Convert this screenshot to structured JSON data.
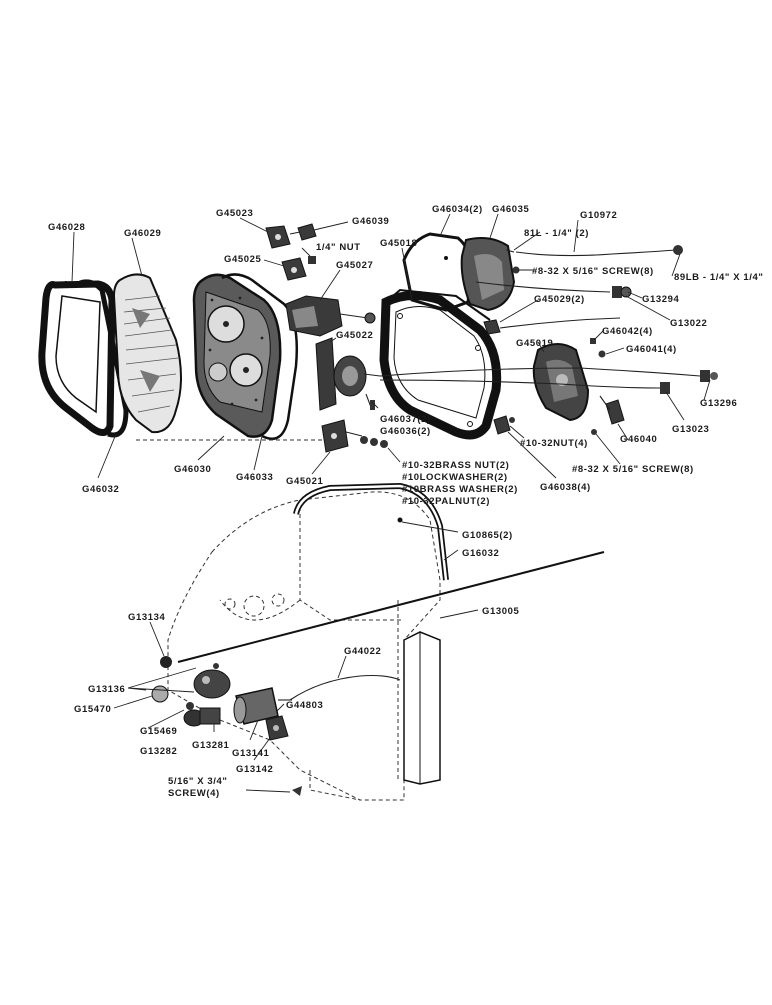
{
  "labels": {
    "G46028": "G46028",
    "G46029": "G46029",
    "G45023": "G45023",
    "G46039": "G46039",
    "nut": "1/4\" NUT",
    "G45025": "G45025",
    "G45027": "G45027",
    "G46034": "G46034(2)",
    "G46035": "G46035",
    "G10972": "G10972",
    "bulb81": "81L - 1/4\" (2)",
    "screw832a": "#8-32 X 5/16\" SCREW(8)",
    "bulb89": "89LB - 1/4\" X 1/4\"",
    "G45018": "G45018",
    "G45029": "G45029(2)",
    "G13294": "G13294",
    "G13022": "G13022",
    "G45022": "G45022",
    "G46042": "G46042(4)",
    "G46041": "G46041(4)",
    "G45019": "G45019",
    "G13296": "G13296",
    "G13023": "G13023",
    "G46037": "G46037(2)",
    "G46036": "G46036(2)",
    "G46040": "G46040",
    "nut1032": "#10-32NUT(4)",
    "G46038": "G46038(4)",
    "screw832b": "#8-32 X 5/16\" SCREW(8)",
    "G46030": "G46030",
    "G46033": "G46033",
    "G45021": "G45021",
    "G46032": "G46032",
    "brassnut": "#10-32BRASS NUT(2)",
    "lockwasher": "#10LOCKWASHER(2)",
    "brasswasher": "#10BRASS WASHER(2)",
    "palnut": "#10-32PALNUT(2)",
    "G10865": "G10865(2)",
    "G16032": "G16032",
    "G13005": "G13005",
    "G13134": "G13134",
    "G44022": "G44022",
    "G13136": "G13136",
    "G15470": "G15470",
    "G44803": "G44803",
    "G15469": "G15469",
    "G13282": "G13282",
    "G13281": "G13281",
    "G13141": "G13141",
    "G13142": "G13142",
    "screwbottom1": "5/16\" X 3/4\"",
    "screwbottom2": "SCREW(4)"
  }
}
